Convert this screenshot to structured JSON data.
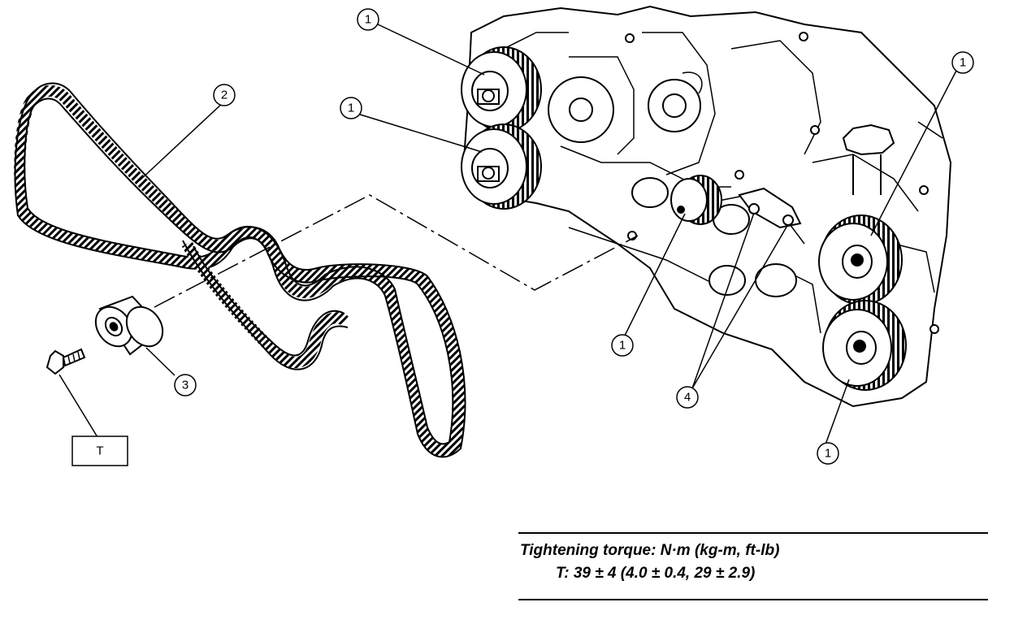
{
  "callouts": {
    "sprocket": "1",
    "belt": "2",
    "idler": "3",
    "bolts": "4",
    "torque_box": "T"
  },
  "torque_table": {
    "title": "Tightening torque: N·m (kg-m, ft-lb)",
    "rows": [
      {
        "label": "T:",
        "value": "39 ± 4 (4.0 ± 0.4, 29 ± 2.9)"
      }
    ]
  },
  "colors": {
    "line": "#000000",
    "background": "#ffffff"
  }
}
